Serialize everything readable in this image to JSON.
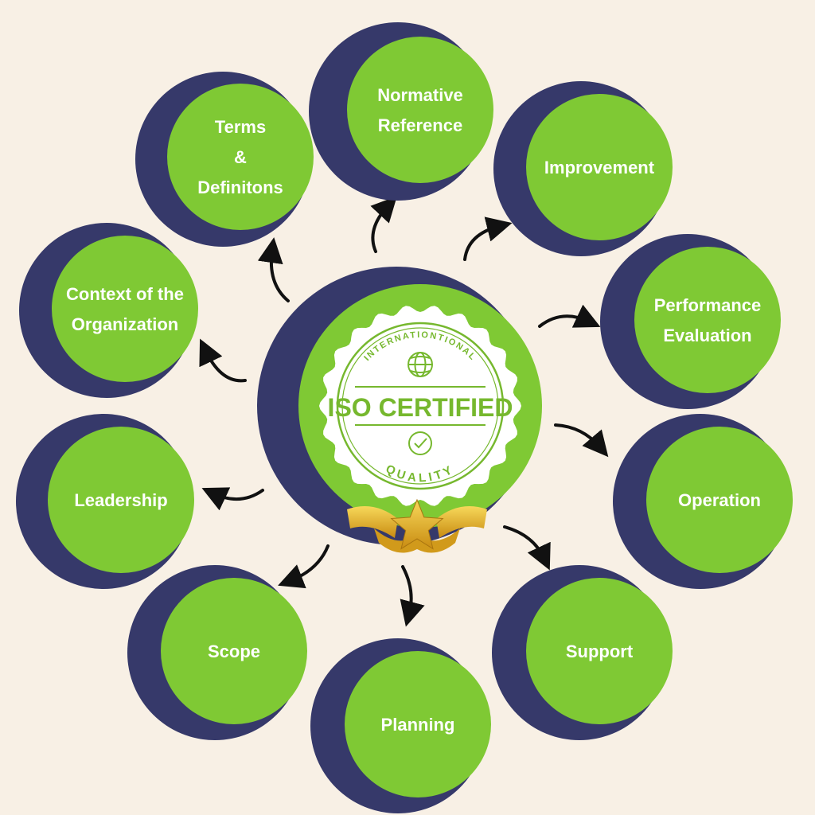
{
  "colors": {
    "background": "#f8f0e5",
    "navy": "#36396a",
    "green": "#7fc934",
    "seal_green": "#76b82e",
    "white": "#ffffff",
    "arrow": "#111111",
    "gold": "#e1ad21"
  },
  "center": {
    "arc_top": "INTERNATIONTIONAL",
    "title": "ISO CERTIFIED",
    "arc_bottom": "QUALITY",
    "globe_icon": "globe-icon",
    "check_icon": "check-circle-icon",
    "star_icon": "gold-star-icon"
  },
  "nodes": [
    {
      "id": "normative-reference",
      "lines": [
        "Normative",
        "Reference"
      ]
    },
    {
      "id": "improvement",
      "lines": [
        "Improvement"
      ]
    },
    {
      "id": "performance-evaluation",
      "lines": [
        "Performance",
        "Evaluation"
      ]
    },
    {
      "id": "operation",
      "lines": [
        "Operation"
      ]
    },
    {
      "id": "support",
      "lines": [
        "Support"
      ]
    },
    {
      "id": "planning",
      "lines": [
        "Planning"
      ]
    },
    {
      "id": "scope",
      "lines": [
        "Scope"
      ]
    },
    {
      "id": "leadership",
      "lines": [
        "Leadership"
      ]
    },
    {
      "id": "context-of-the-organization",
      "lines": [
        "Context of the",
        "Organization"
      ]
    },
    {
      "id": "terms-and-definitions",
      "lines": [
        "Terms",
        "&",
        "Definitons"
      ]
    }
  ]
}
